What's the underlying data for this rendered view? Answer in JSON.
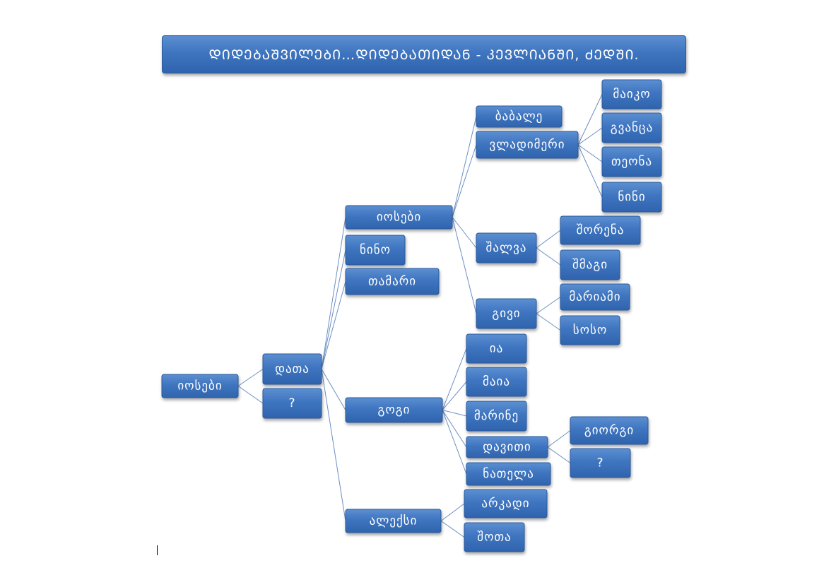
{
  "title": "ᲓᲘᲓᲔᲑᲐᲨᲕᲘᲚᲔᲑᲘ…ᲓᲘᲓᲔᲑᲐᲗᲘᲓᲐᲜ -  ᲙᲔᲕᲚᲘᲐᲜᲨᲘ, ᲫᲔᲓᲨᲘ.",
  "colors": {
    "node_top": "#5c8fd1",
    "node_bottom": "#2f63ad",
    "node_border": "#2c5a9c",
    "connector": "#6b8fc4",
    "text": "#ffffff"
  },
  "tree": {
    "label": "იოსები",
    "children": [
      {
        "label": "დათა",
        "children": [
          {
            "label": "იოსები",
            "children": [
              {
                "label": "ბაბალე"
              },
              {
                "label": "ვლადიმერი",
                "children": [
                  {
                    "label": "მაიკო"
                  },
                  {
                    "label": "გვანცა"
                  },
                  {
                    "label": "თეონა"
                  },
                  {
                    "label": "ნინი"
                  }
                ]
              },
              {
                "label": "შალვა",
                "children": [
                  {
                    "label": "შორენა"
                  },
                  {
                    "label": "შმაგი"
                  }
                ]
              },
              {
                "label": "გივი",
                "children": [
                  {
                    "label": "მარიამი"
                  },
                  {
                    "label": "სოსო"
                  }
                ]
              }
            ]
          },
          {
            "label": "ნინო"
          },
          {
            "label": "თამარი"
          },
          {
            "label": "გოგი",
            "children": [
              {
                "label": "ია"
              },
              {
                "label": "მაია"
              },
              {
                "label": "მარინე"
              },
              {
                "label": "დავითი",
                "children": [
                  {
                    "label": "გიორგი"
                  },
                  {
                    "label": "?"
                  }
                ]
              },
              {
                "label": "ნათელა"
              }
            ]
          },
          {
            "label": "ალექსი",
            "children": [
              {
                "label": "არკადი"
              },
              {
                "label": "შოთა"
              }
            ]
          }
        ]
      },
      {
        "label": "?"
      }
    ]
  }
}
